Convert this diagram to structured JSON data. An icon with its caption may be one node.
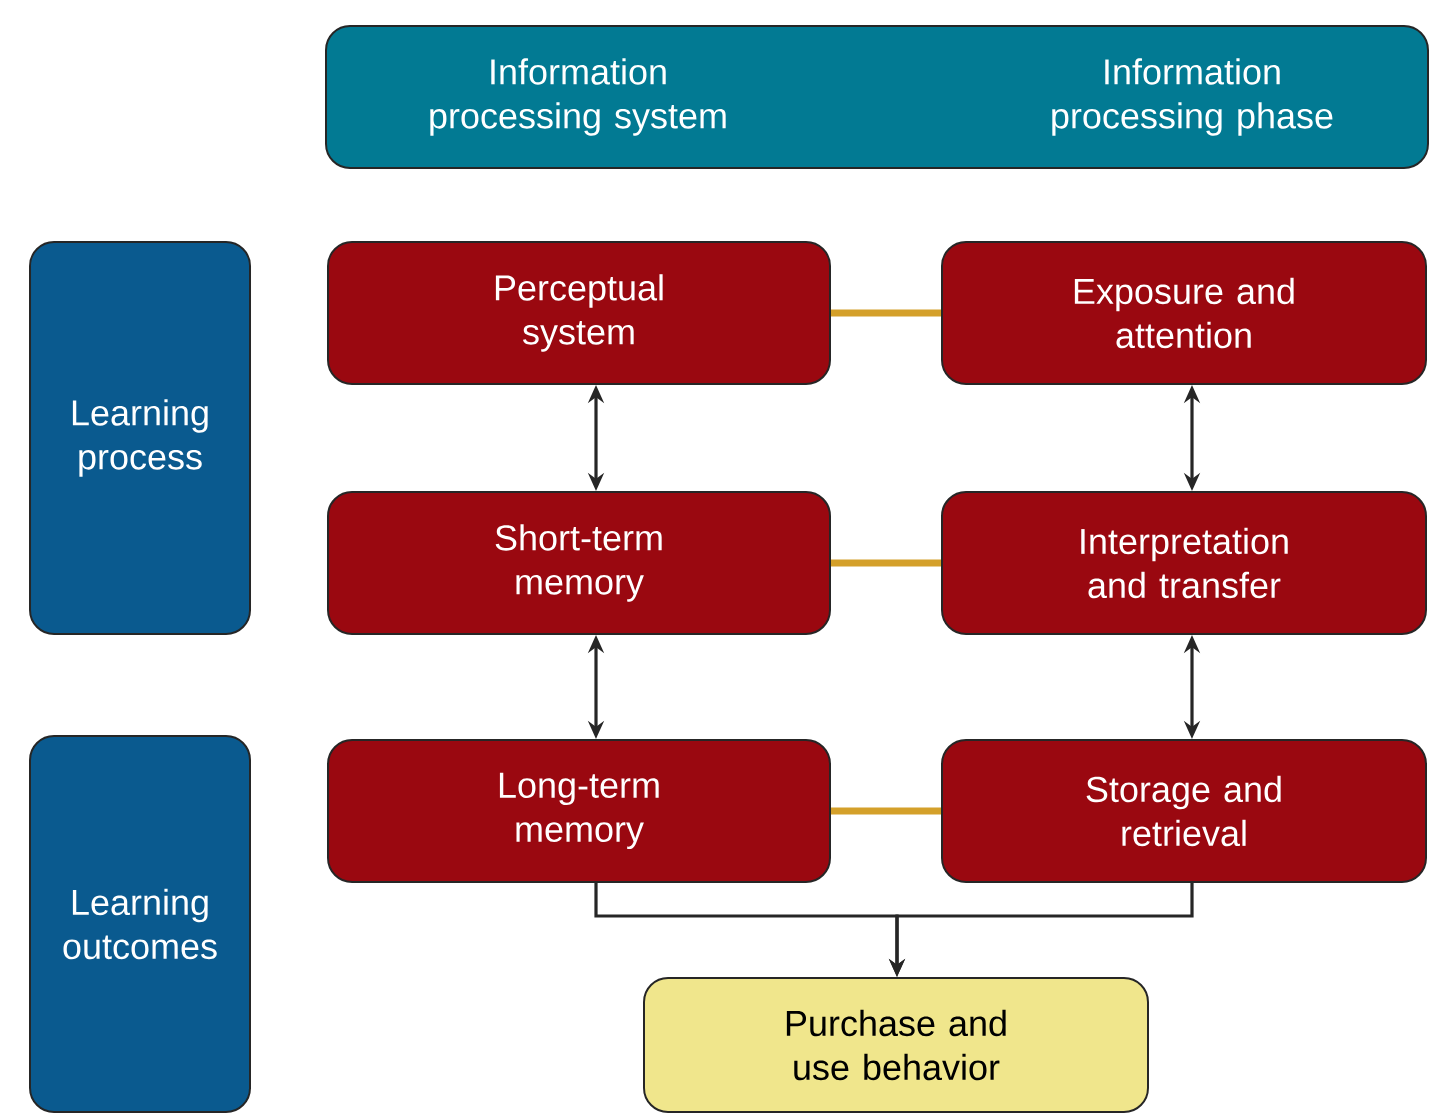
{
  "diagram": {
    "nodes": [
      {
        "text": [
          "Information processing system",
          "Information processing phase"
        ]
      },
      {
        "text": [
          "Learning process"
        ]
      },
      {
        "text": [
          "Perceptual system"
        ]
      },
      {
        "text": [
          "Exposure and attention"
        ]
      },
      {
        "text": [
          "Short-term memory"
        ]
      },
      {
        "text": [
          "Interpretation and transfer"
        ]
      },
      {
        "text": [
          "Learning outcomes"
        ]
      },
      {
        "text": [
          "Long-term memory"
        ]
      },
      {
        "text": [
          "Storage and retrieval"
        ]
      },
      {
        "text": [
          "Purchase and use behavior"
        ]
      }
    ],
    "edges": [
      {
        "from": 2,
        "to": 3,
        "arrow": "none",
        "style": "thick",
        "color": "#d4a02a"
      },
      {
        "from": 2,
        "to": 4,
        "arrow": "both"
      },
      {
        "from": 3,
        "to": 5,
        "arrow": "both"
      },
      {
        "from": 4,
        "to": 5,
        "arrow": "none",
        "style": "thick",
        "color": "#d4a02a"
      },
      {
        "from": 4,
        "to": 7,
        "arrow": "both"
      },
      {
        "from": 5,
        "to": 8,
        "arrow": "both"
      },
      {
        "from": 7,
        "to": 8,
        "arrow": "none",
        "style": "thick",
        "color": "#d4a02a"
      },
      {
        "from": 7,
        "to": 9,
        "arrow": "to"
      },
      {
        "from": 8,
        "to": 9,
        "arrow": "to"
      }
    ]
  }
}
